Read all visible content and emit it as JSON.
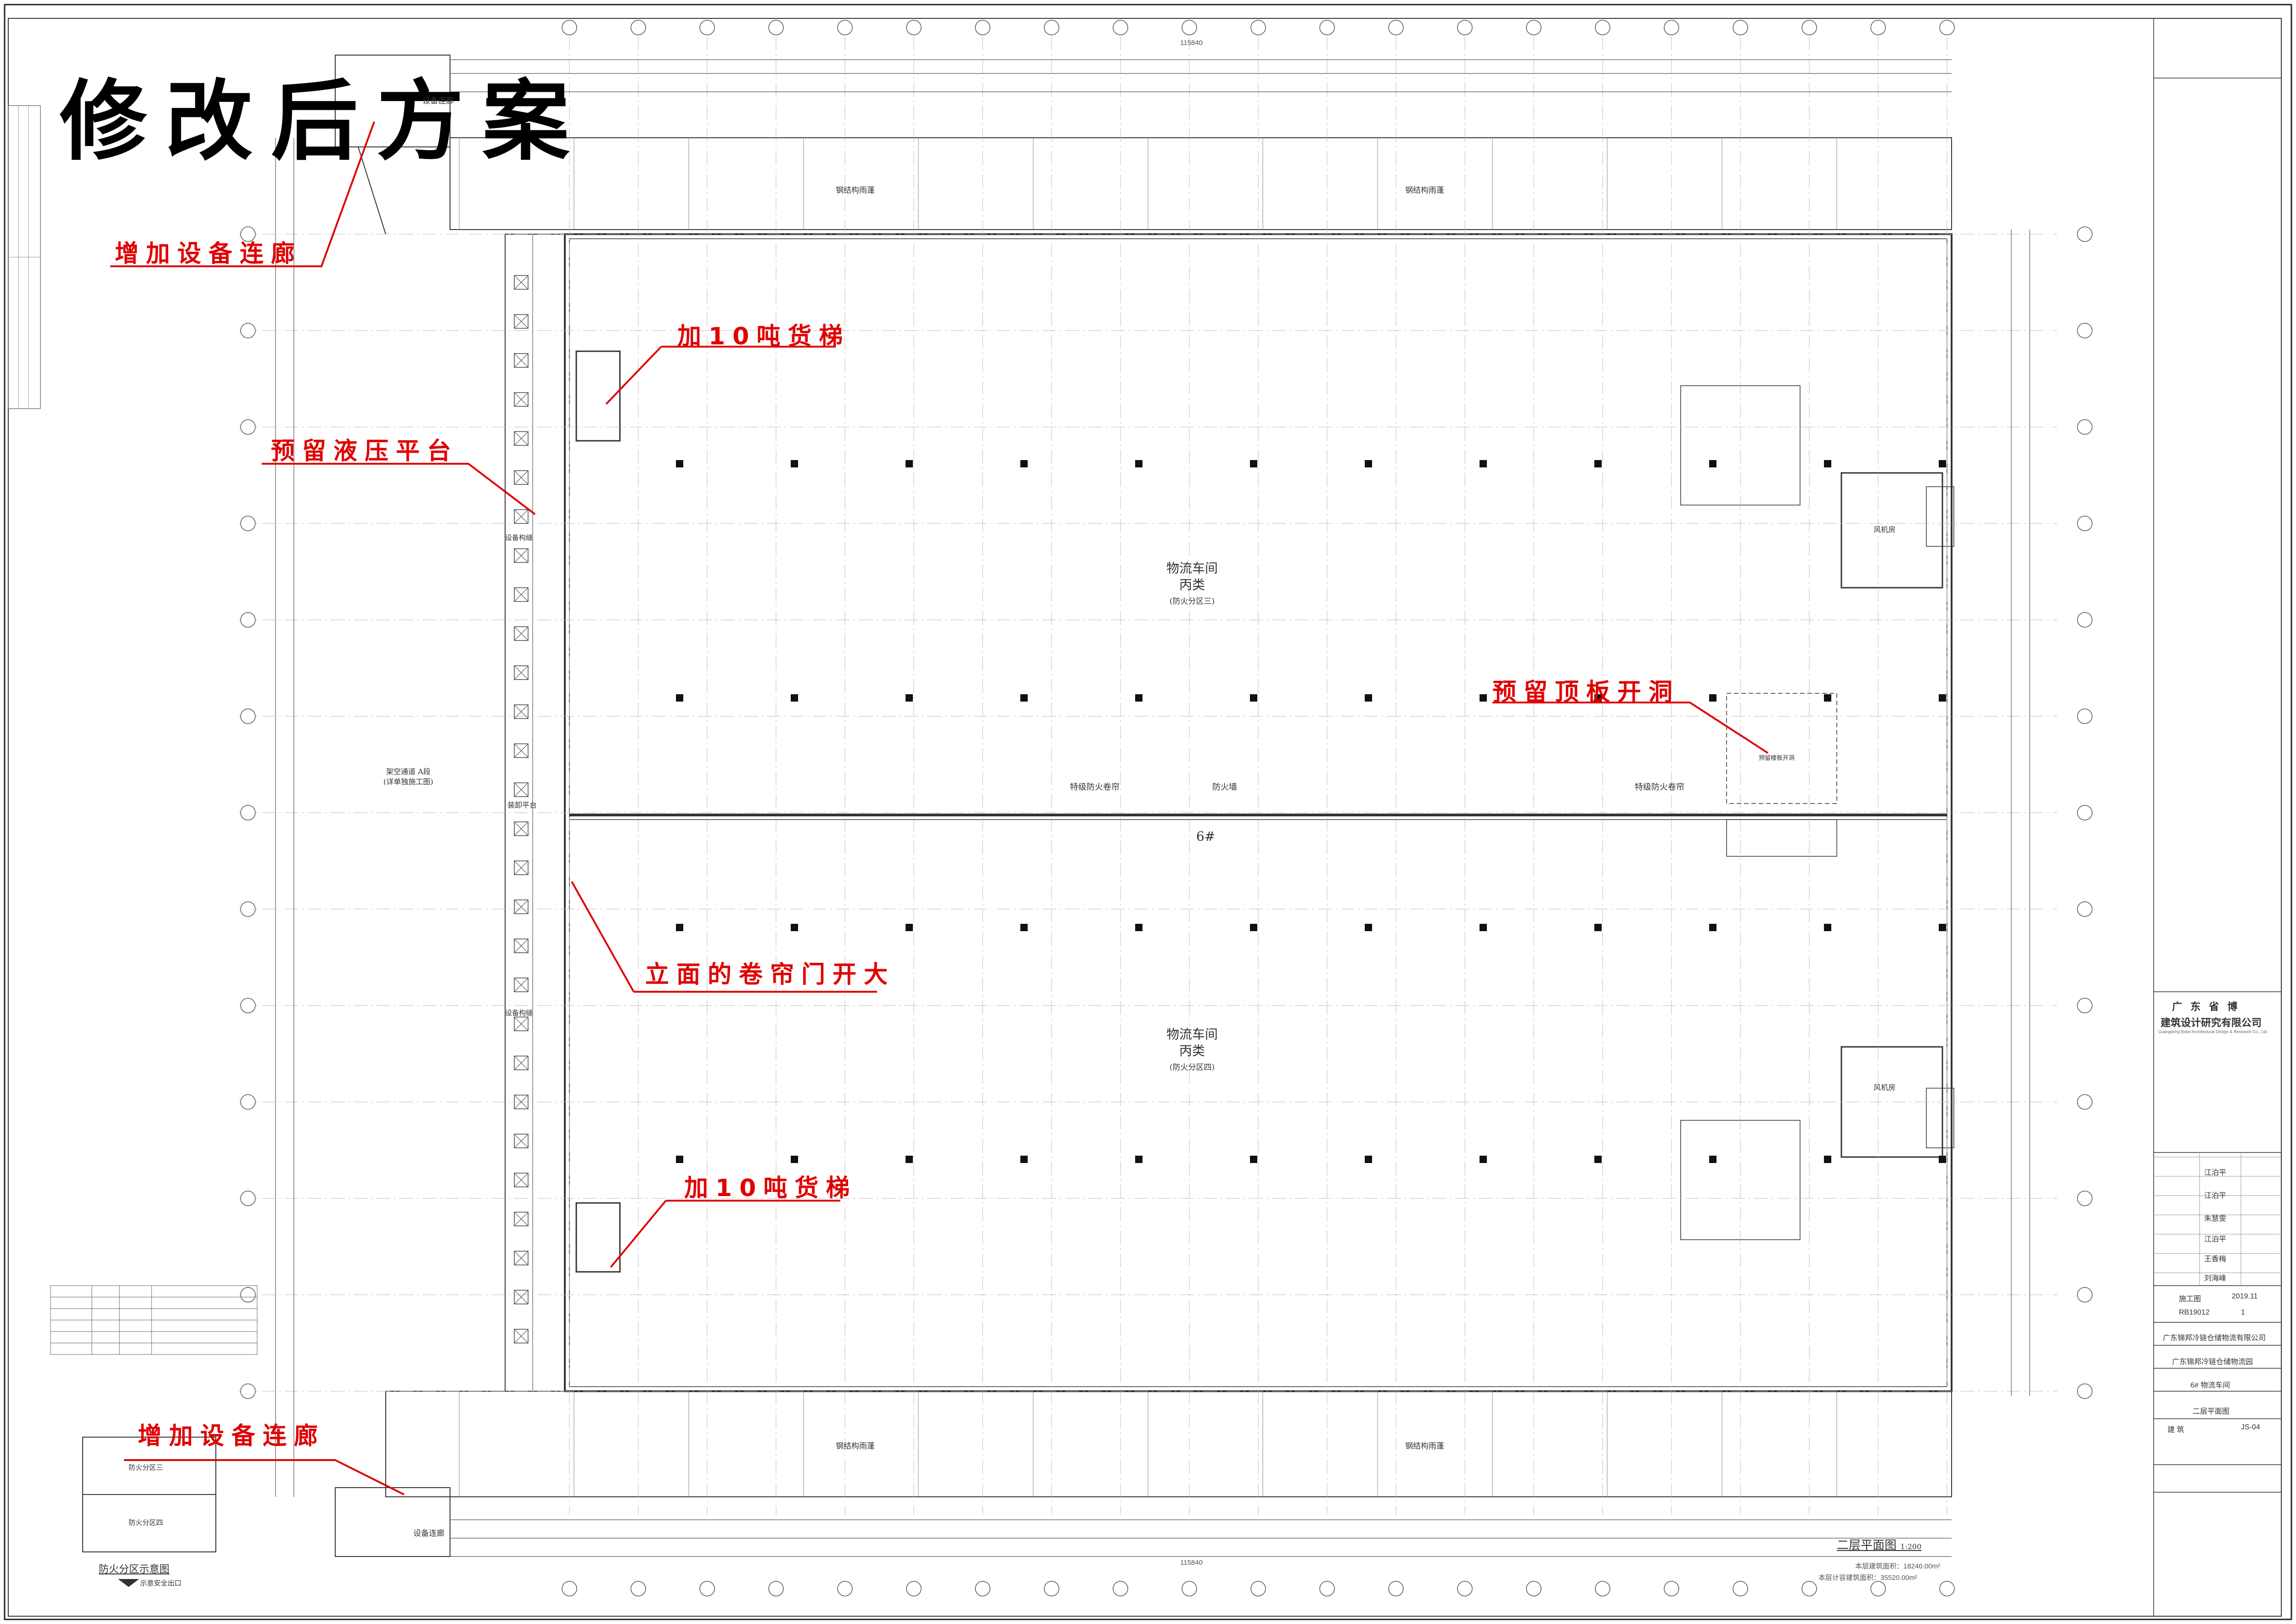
{
  "title": "修改后方案",
  "annotations": [
    {
      "id": "a1",
      "text": "增加设备连廊"
    },
    {
      "id": "a2",
      "text": "加10吨货梯"
    },
    {
      "id": "a3",
      "text": "预留液压平台"
    },
    {
      "id": "a4",
      "text": "预留顶板开洞"
    },
    {
      "id": "a5",
      "text": "立面的卷帘门开大"
    },
    {
      "id": "a6",
      "text": "加10吨货梯"
    },
    {
      "id": "a7",
      "text": "增加设备连廊"
    }
  ],
  "rooms": {
    "logistics_upper": {
      "name": "物流车间",
      "class": "丙类",
      "zone": "(防火分区三)"
    },
    "logistics_lower": {
      "name": "物流车间",
      "class": "丙类",
      "zone": "(防火分区四)"
    },
    "building_no": "6#",
    "firewall": "防火墙",
    "shutter_left": "特级防火卷帘",
    "shutter_right": "特级防火卷帘",
    "canopy": "钢结构雨蓬",
    "equipment_corridor": "设备连廊",
    "fan_room": "风机房",
    "elevated_access": "架空通道",
    "elevated_access_note": "架空通道 A段",
    "elevated_access_detail": "(详单独施工图)",
    "loading_platform": "装卸平台",
    "lift_platform": "设备构缝",
    "reserved_opening": "预留楼板开洞"
  },
  "drawing": {
    "name": "二层平面图",
    "scale": "1:200",
    "area_line1": "本层建筑面积：18240.00m²",
    "area_line2": "本层计容建筑面积：35520.00m²",
    "dim_total": "115840"
  },
  "legend": {
    "title": "防火分区示意图",
    "zone3": "防火分区三",
    "zone4": "防火分区四",
    "exit": "示意安全出口"
  },
  "title_block": {
    "company_cn_line1": "广 东 省 博",
    "company_cn_line2": "建筑设计研究有限公司",
    "company_en": "Guangdong Bobo Architectural Design & Research Co., Ltd.",
    "approved": "江泊平",
    "checked": "江泊平",
    "design_chief": "朱慧雯",
    "project_architect": "江泊平",
    "designed": "王香梅",
    "drawn": "刘海峰",
    "phase": "施工图",
    "project_no": "RB19012",
    "date": "2019.11",
    "edition": "1",
    "client": "广东锦邦冷链仓储物流有限公司",
    "project_name": "广东锦邦冷链仓储物流园",
    "subproject": "6# 物流车间",
    "drawing_name": "二层平面图",
    "discipline": "建 筑",
    "sheet_no": "JS-04"
  }
}
